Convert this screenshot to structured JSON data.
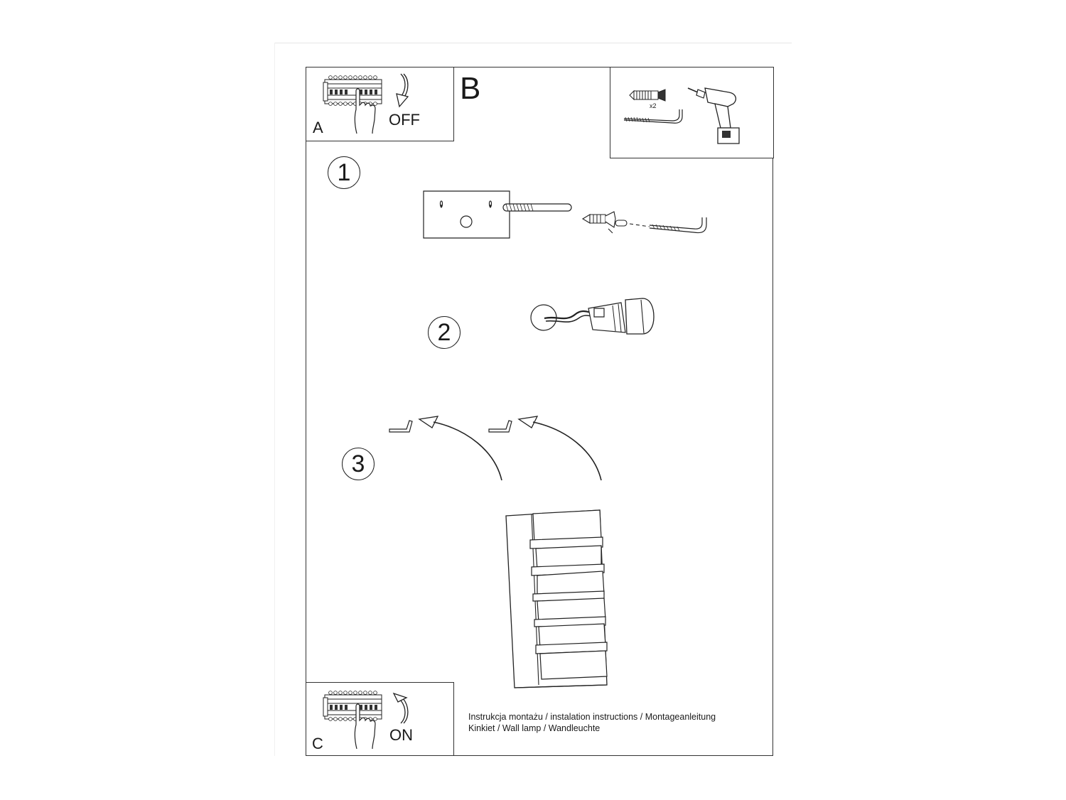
{
  "panels": {
    "a": {
      "letter": "A",
      "action": "OFF"
    },
    "b": {
      "letter": "B",
      "quantity": "x2"
    },
    "c": {
      "letter": "C",
      "action": "ON"
    }
  },
  "steps": [
    "1",
    "2",
    "3"
  ],
  "caption": {
    "line1": "Instrukcja montażu / instalation instructions / Montageanleitung",
    "line2": "Kinkiet / Wall lamp / Wandleuchte"
  },
  "icons": [
    "circuit-breaker-icon",
    "hand-icon",
    "curved-arrow-icon",
    "wall-plug-icon",
    "hook-screw-icon",
    "drill-icon",
    "mounting-plate-icon",
    "lamp-socket-icon",
    "wall-lamp-icon"
  ],
  "colors": {
    "line": "#222222",
    "background": "#ffffff"
  }
}
